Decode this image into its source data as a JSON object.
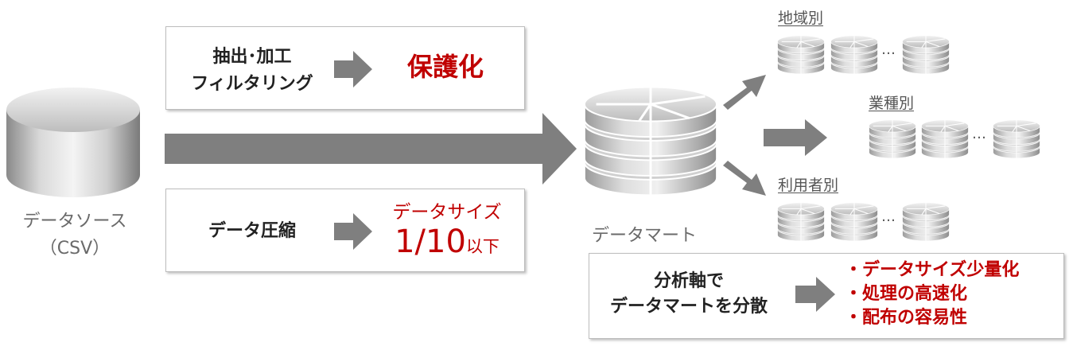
{
  "source": {
    "label_line1": "データソース",
    "label_line2": "（CSV）"
  },
  "process_top": {
    "line1": "抽出･加工",
    "line2": "フィルタリング",
    "result": "保護化"
  },
  "process_bottom": {
    "label": "データ圧縮",
    "result_line1": "データサイズ",
    "result_big": "1/10",
    "result_small": "以下"
  },
  "mart": {
    "label": "データマート"
  },
  "categories": [
    {
      "label": "地域別",
      "ellipsis": "…"
    },
    {
      "label": "業種別",
      "ellipsis": "…"
    },
    {
      "label": "利用者別",
      "ellipsis": "…"
    }
  ],
  "summary": {
    "line1": "分析軸で",
    "line2": "データマートを分散",
    "benefits": [
      "・データサイズ少量化",
      "・処理の高速化",
      "・配布の容易性"
    ]
  },
  "colors": {
    "arrow": "#7f7f7f",
    "accent_red": "#c00000"
  }
}
